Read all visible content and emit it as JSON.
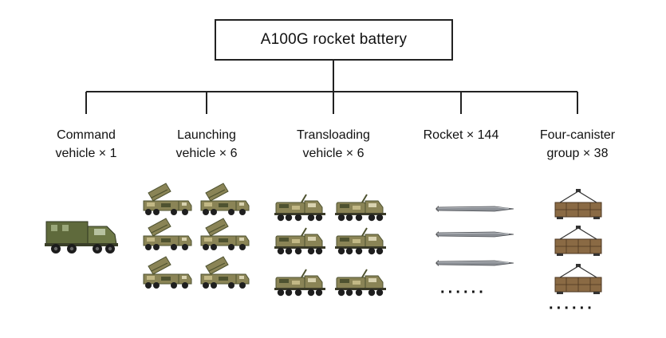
{
  "root": {
    "label": "A100G rocket battery"
  },
  "children": [
    {
      "id": "command",
      "line1": "Command",
      "line2": "vehicle × 1",
      "icon": "command-vehicle-icon"
    },
    {
      "id": "launching",
      "line1": "Launching",
      "line2": "vehicle × 6",
      "icon": "launcher-vehicle-icon"
    },
    {
      "id": "transloading",
      "line1": "Transloading",
      "line2": "vehicle × 6",
      "icon": "transloader-vehicle-icon"
    },
    {
      "id": "rocket",
      "line1": "Rocket × 144",
      "line2": "",
      "icon": "rocket-icon"
    },
    {
      "id": "canister",
      "line1": "Four-canister",
      "line2": "group × 38",
      "icon": "canister-group-icon"
    }
  ],
  "ellipsis": "······",
  "colors": {
    "line": "#222222",
    "camo_base": "#8a8456",
    "camo_dark": "#4e5230",
    "camo_light": "#c2b885",
    "cab": "#5f6a3c",
    "rocket": "#8c9096",
    "crate": "#8a6a44"
  }
}
